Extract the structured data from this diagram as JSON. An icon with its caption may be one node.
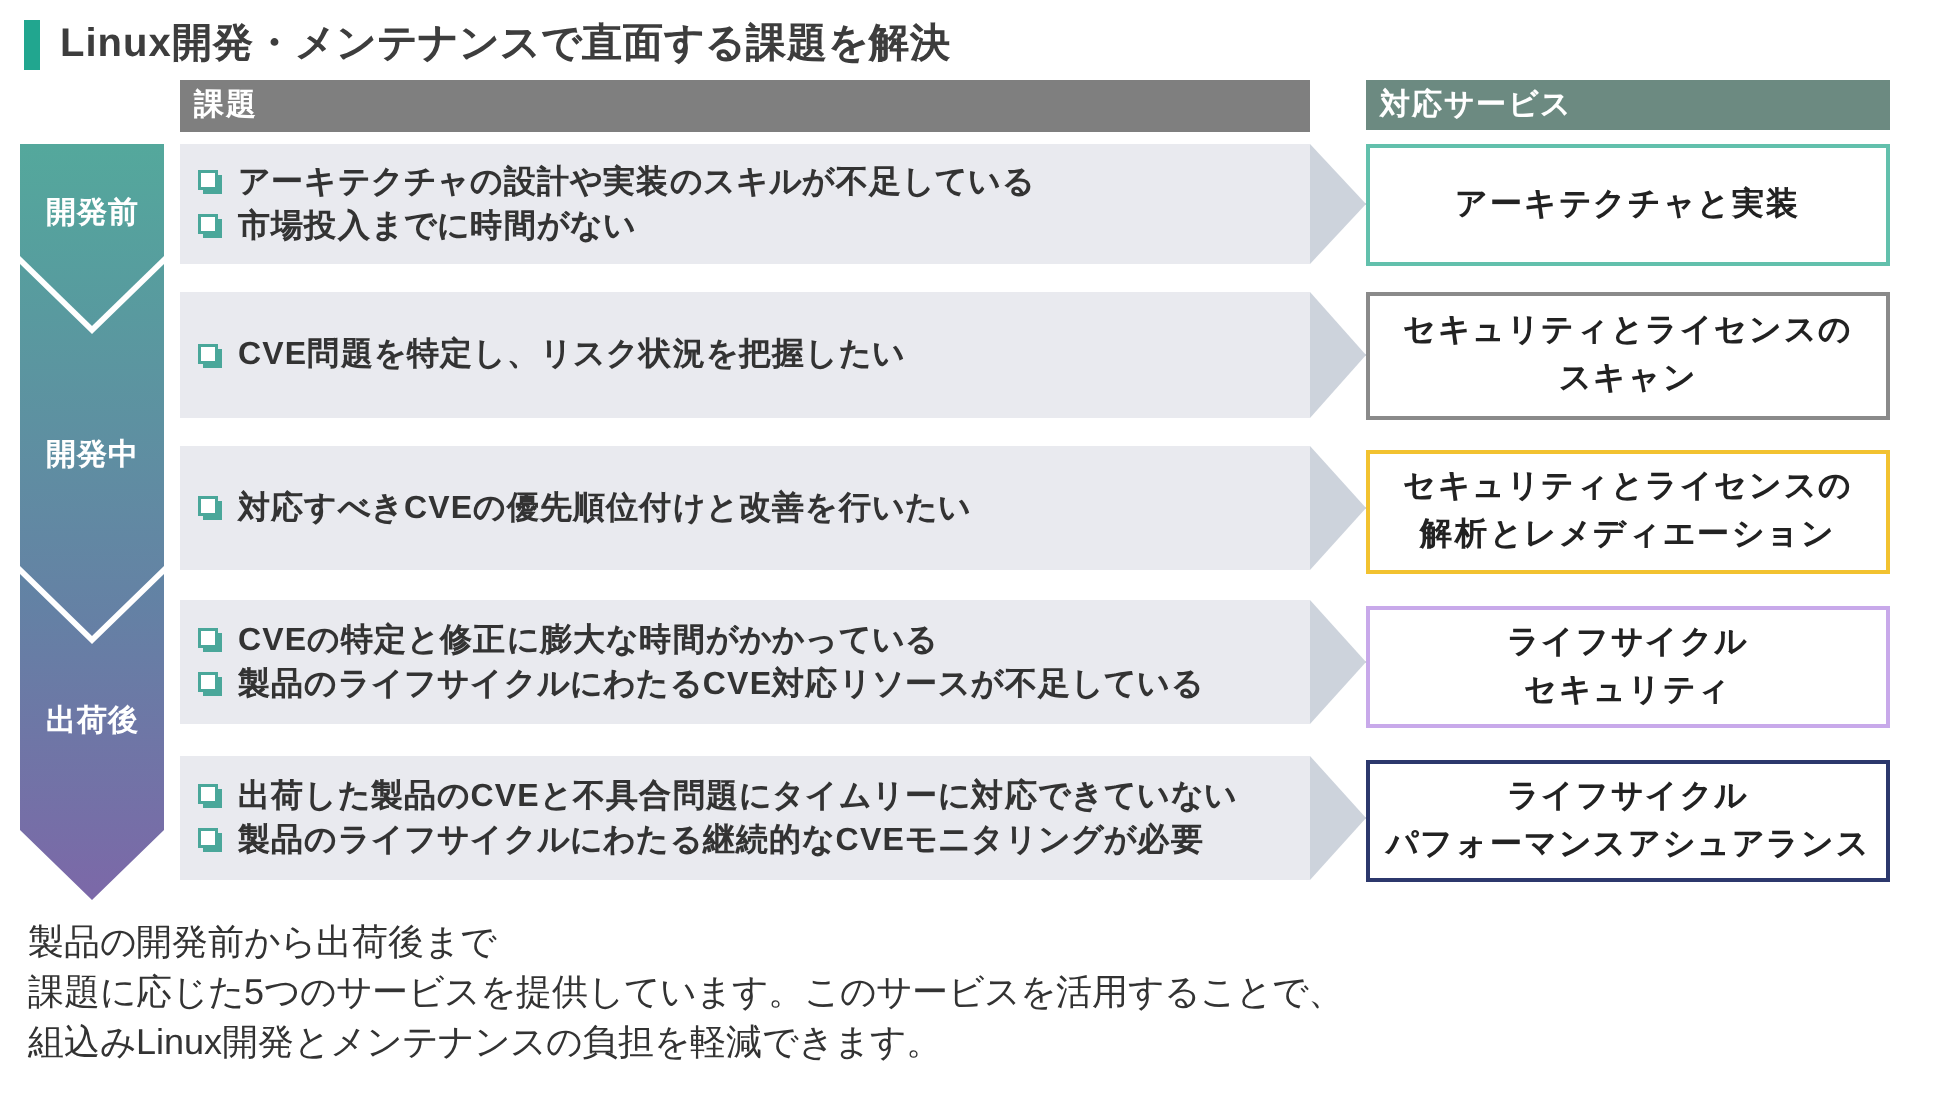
{
  "diagram": {
    "title": "Linux開発・メンテナンスで直面する課題を解決",
    "nodes": [
      {
        "text": [
          "課題"
        ]
      },
      {
        "text": [
          "対応サービス"
        ]
      },
      {
        "text": [
          "開発前"
        ]
      },
      {
        "text": [
          "アーキテクチャの設計や実装のスキルが不足している",
          "市場投入までに時間がない"
        ]
      },
      {
        "text": [
          "アーキテクチャと実装"
        ]
      },
      {
        "text": [
          "開発中"
        ]
      },
      {
        "text": [
          "CVE問題を特定し、リスク状況を把握したい"
        ]
      },
      {
        "text": [
          "セキュリティとライセンスのスキャン"
        ]
      },
      {
        "text": [
          "対応すべきCVEの優先順位付けと改善を行いたい"
        ]
      },
      {
        "text": [
          "セキュリティとライセンスの解析とレメディエーション"
        ]
      },
      {
        "text": [
          "出荷後"
        ]
      },
      {
        "text": [
          "CVEの特定と修正に膨大な時間がかかっている",
          "製品のライフサイクルにわたるCVE対応リソースが不足している"
        ]
      },
      {
        "text": [
          "ライフサイクルセキュリティ"
        ]
      },
      {
        "text": [
          "出荷した製品のCVEと不具合問題にタイムリーに対応できていない",
          "製品のライフサイクルにわたる継続的なCVEモニタリングが必要"
        ]
      },
      {
        "text": [
          "ライフサイクルパフォーマンスアシュアランス"
        ]
      }
    ],
    "edges": [
      {
        "from": 3,
        "to": 4,
        "arrow": "to"
      },
      {
        "from": 6,
        "to": 7,
        "arrow": "to"
      },
      {
        "from": 8,
        "to": 9,
        "arrow": "to"
      },
      {
        "from": 11,
        "to": 12,
        "arrow": "to"
      },
      {
        "from": 13,
        "to": 14,
        "arrow": "to"
      }
    ],
    "labels": [
      "製品の開発前から出荷後まで課題に応じた5つのサービスを提供しています。このサービスを活用することで、組込みLinux開発とメンテナンスの負担を軽減できます。"
    ]
  }
}
